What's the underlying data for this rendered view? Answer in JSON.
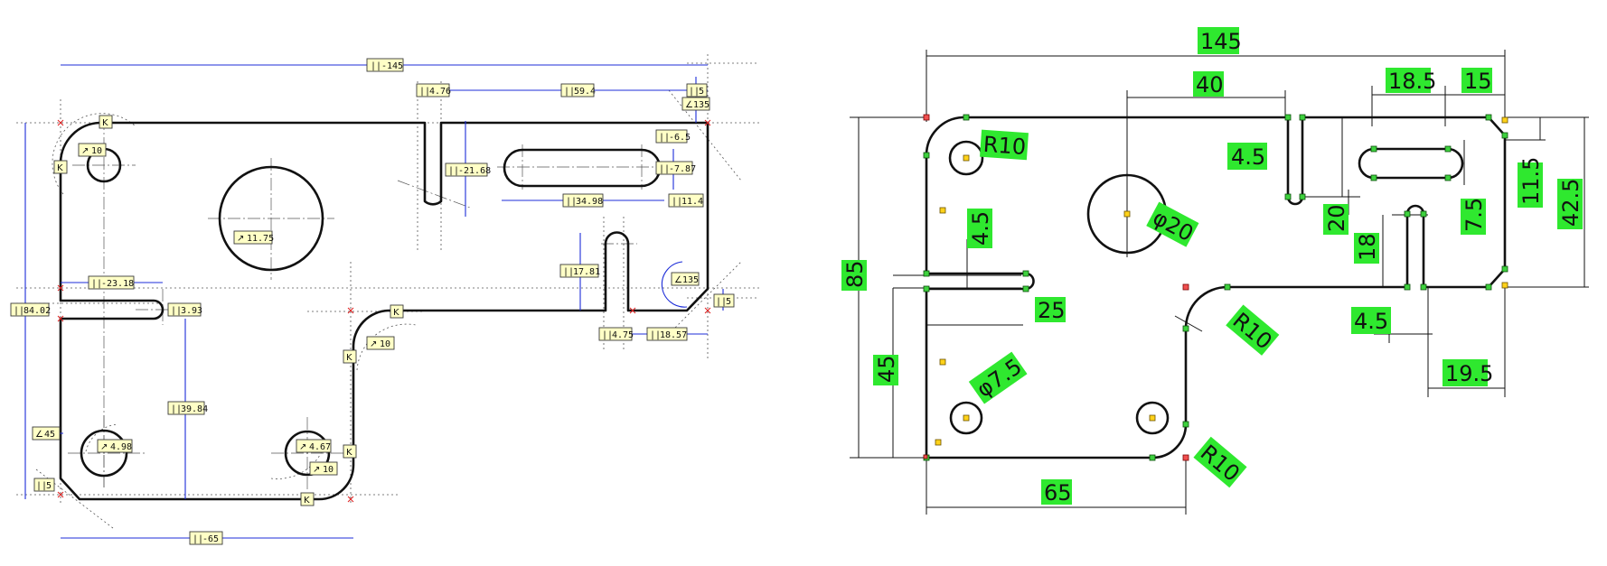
{
  "left_panel": {
    "dimensions": [
      {
        "id": "d145",
        "prefix": "||",
        "value": "-145"
      },
      {
        "id": "d4_76",
        "prefix": "||",
        "value": "4.76"
      },
      {
        "id": "d59_4",
        "prefix": "||",
        "value": "59.4"
      },
      {
        "id": "d5top",
        "prefix": "||",
        "value": "5"
      },
      {
        "id": "a135top",
        "prefix": "∠",
        "value": "135"
      },
      {
        "id": "d6_5",
        "prefix": "||",
        "value": "-6.5"
      },
      {
        "id": "d7_87",
        "prefix": "||",
        "value": "-7.87"
      },
      {
        "id": "d21_68",
        "prefix": "||",
        "value": "-21.68"
      },
      {
        "id": "d34_98",
        "prefix": "||",
        "value": "34.98"
      },
      {
        "id": "d11_4",
        "prefix": "||",
        "value": "11.4"
      },
      {
        "id": "d17_81",
        "prefix": "||",
        "value": "17.81"
      },
      {
        "id": "a135mid",
        "prefix": "∠",
        "value": "135"
      },
      {
        "id": "d5right",
        "prefix": "||",
        "value": "5"
      },
      {
        "id": "d4_75",
        "prefix": "||",
        "value": "4.75"
      },
      {
        "id": "d18_57",
        "prefix": "||",
        "value": "18.57"
      },
      {
        "id": "d23_18",
        "prefix": "||",
        "value": "-23.18"
      },
      {
        "id": "d84_02",
        "prefix": "||",
        "value": "84.02"
      },
      {
        "id": "d3_93",
        "prefix": "||",
        "value": "3.93"
      },
      {
        "id": "d39_84",
        "prefix": "||",
        "value": "39.84"
      },
      {
        "id": "a45",
        "prefix": "∠",
        "value": "45"
      },
      {
        "id": "d5left",
        "prefix": "||",
        "value": "5"
      },
      {
        "id": "d65",
        "prefix": "||",
        "value": "-65"
      },
      {
        "id": "r10a",
        "prefix": "↗",
        "value": "10"
      },
      {
        "id": "r11_75",
        "prefix": "↗",
        "value": "11.75"
      },
      {
        "id": "r10b",
        "prefix": "↗",
        "value": "10"
      },
      {
        "id": "r4_98",
        "prefix": "↗",
        "value": "4.98"
      },
      {
        "id": "r4_67",
        "prefix": "↗",
        "value": "4.67"
      },
      {
        "id": "r10c",
        "prefix": "↗",
        "value": "10"
      }
    ],
    "tag_letter": "K"
  },
  "right_panel": {
    "dimensions": [
      "145",
      "40",
      "18.5",
      "15",
      "R10",
      "4.5",
      "φ20",
      "20",
      "11.5",
      "42.5",
      "4.5",
      "7.5",
      "18",
      "85",
      "25",
      "4.5",
      "R10",
      "45",
      "φ7.5",
      "19.5",
      "R10",
      "65"
    ]
  },
  "colors": {
    "dimension_line": "#1c2cd8",
    "label_fill": "#ffffc6",
    "green_label": "#2fe82f",
    "profile": "#111111"
  }
}
